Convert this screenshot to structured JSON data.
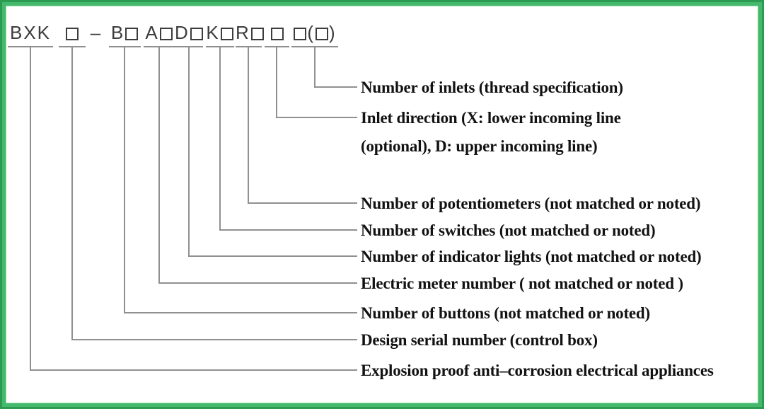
{
  "diagram": {
    "code": {
      "groups": [
        "BXK",
        "□",
        "B□",
        "A□",
        "D□",
        "K□",
        "R□",
        "□",
        "□(□)"
      ],
      "separator": "–"
    },
    "labels": [
      {
        "name": "number-of-inlets",
        "lines": [
          "Number of inlets (thread specification)"
        ]
      },
      {
        "name": "inlet-direction",
        "lines": [
          "Inlet direction (X: lower incoming line",
          "(optional), D: upper incoming line)"
        ]
      },
      {
        "name": "number-of-potentiometers",
        "lines": [
          "Number of potentiometers (not matched or noted)"
        ]
      },
      {
        "name": "number-of-switches",
        "lines": [
          "Number of switches (not matched or noted)"
        ]
      },
      {
        "name": "number-of-indicator-lights",
        "lines": [
          "Number of indicator lights (not matched or noted)"
        ]
      },
      {
        "name": "electric-meter-number",
        "lines": [
          "Electric meter number ( not matched or noted )"
        ]
      },
      {
        "name": "number-of-buttons",
        "lines": [
          "Number of buttons (not matched or noted)"
        ]
      },
      {
        "name": "design-serial-number",
        "lines": [
          "Design serial number (control box)"
        ]
      },
      {
        "name": "explosion-proof",
        "lines": [
          "Explosion proof anti–corrosion electrical appliances"
        ]
      }
    ],
    "colors": {
      "frame_green": "#2c9b52",
      "frame_green_light": "#45b96b",
      "line_gray": "#909090",
      "code_text": "#3d3d3d",
      "label_text": "#121212"
    }
  }
}
